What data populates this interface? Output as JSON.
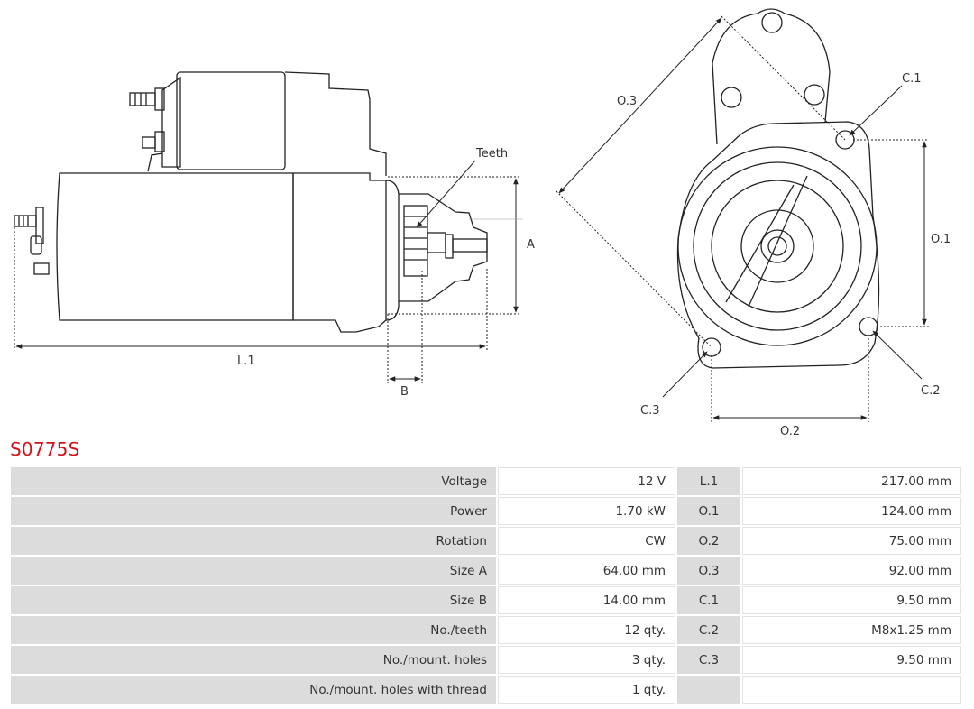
{
  "drawing": {
    "labels": {
      "teeth": "Teeth",
      "size_a": "A",
      "size_b": "B",
      "l1": "L.1",
      "o1": "O.1",
      "o2": "O.2",
      "o3": "O.3",
      "c1": "C.1",
      "c2": "C.2",
      "c3": "C.3"
    }
  },
  "part_code": "S0775S",
  "specs": [
    {
      "label": "Voltage",
      "value": "12 V",
      "dim_label": "L.1",
      "dim_value": "217.00 mm"
    },
    {
      "label": "Power",
      "value": "1.70 kW",
      "dim_label": "O.1",
      "dim_value": "124.00 mm"
    },
    {
      "label": "Rotation",
      "value": "CW",
      "dim_label": "O.2",
      "dim_value": "75.00 mm"
    },
    {
      "label": "Size A",
      "value": "64.00 mm",
      "dim_label": "O.3",
      "dim_value": "92.00 mm"
    },
    {
      "label": "Size B",
      "value": "14.00 mm",
      "dim_label": "C.1",
      "dim_value": "9.50 mm"
    },
    {
      "label": "No./teeth",
      "value": "12 qty.",
      "dim_label": "C.2",
      "dim_value": "M8x1.25 mm"
    },
    {
      "label": "No./mount. holes",
      "value": "3 qty.",
      "dim_label": "C.3",
      "dim_value": "9.50 mm"
    },
    {
      "label": "No./mount. holes with thread",
      "value": "1 qty.",
      "dim_label": "",
      "dim_value": ""
    }
  ]
}
